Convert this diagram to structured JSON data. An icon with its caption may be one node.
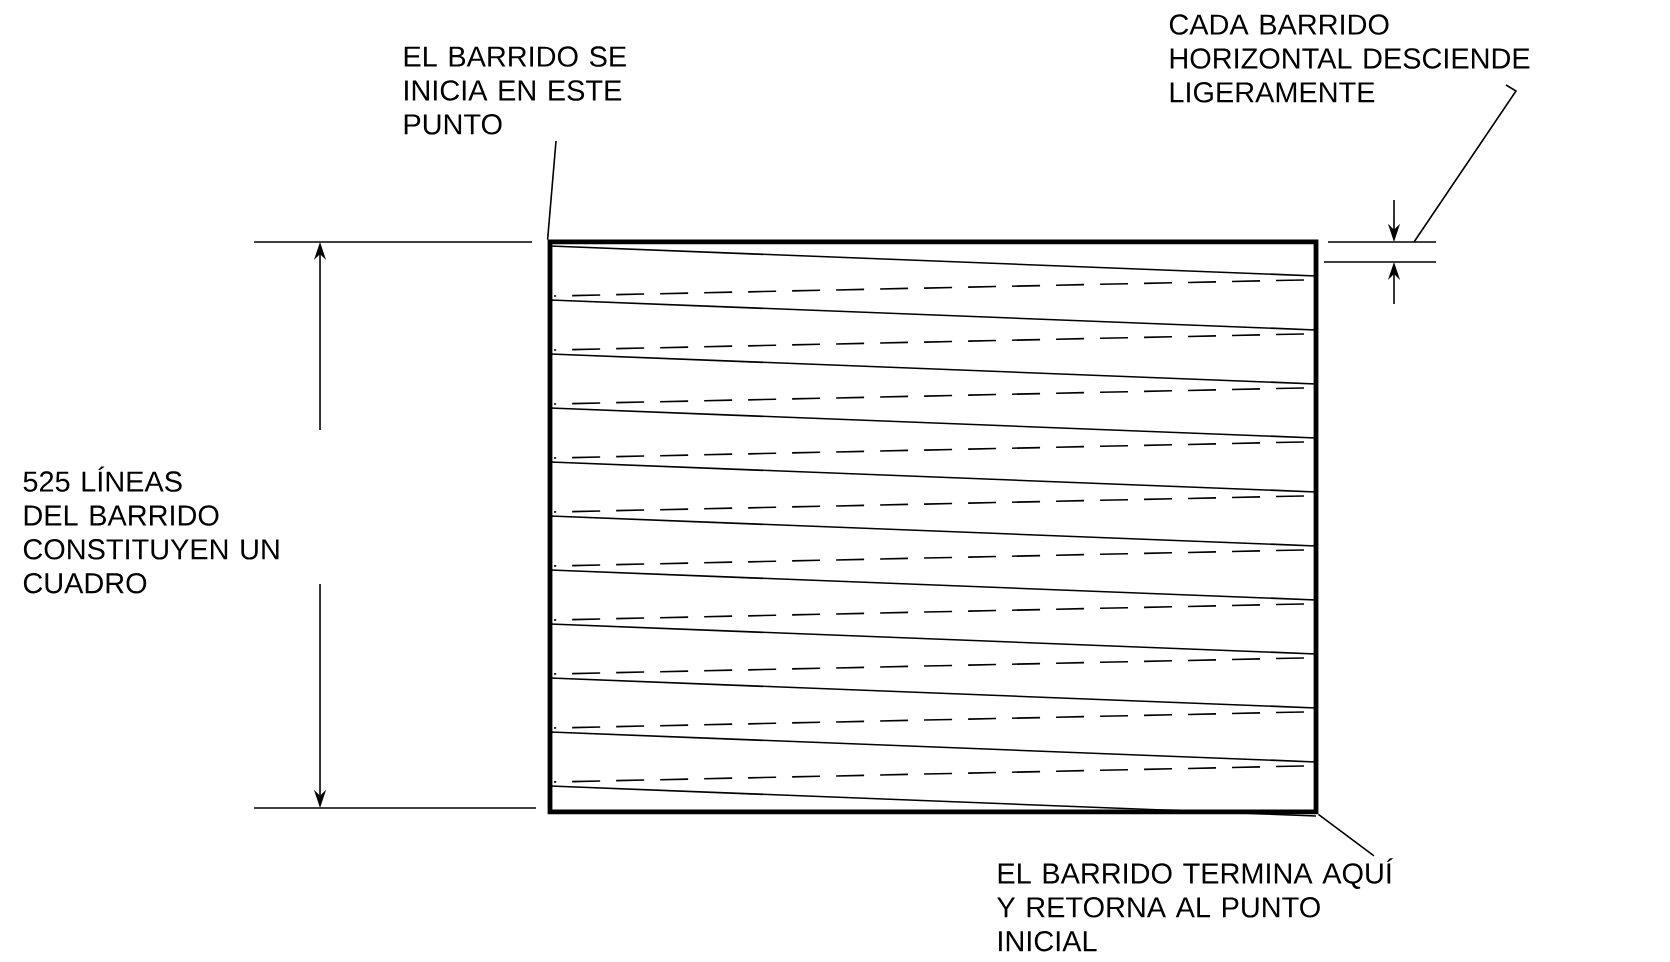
{
  "diagram": {
    "nodes": [
      {
        "text": [
          "EL BARRIDO SE INICIA EN ESTE PUNTO"
        ]
      },
      {
        "text": [],
        "shape": "box"
      },
      {
        "text": [
          "CADA BARRIDO HORIZONTAL DESCIENDE LIGERAMENTE"
        ]
      },
      {
        "text": [
          "EL BARRIDO TERMINA AQUÍ Y RETORNA AL PUNTO INICIAL"
        ]
      }
    ],
    "edges": [
      {
        "from": 0,
        "to": 1,
        "arrow": "none"
      },
      {
        "from": 2,
        "to": null,
        "arrow": "none"
      },
      {
        "from": 3,
        "to": 1,
        "arrow": "none"
      }
    ],
    "labels": [
      "525 LÍNEAS DEL BARRIDO CONSTITUYEN UN CUADRO"
    ]
  }
}
